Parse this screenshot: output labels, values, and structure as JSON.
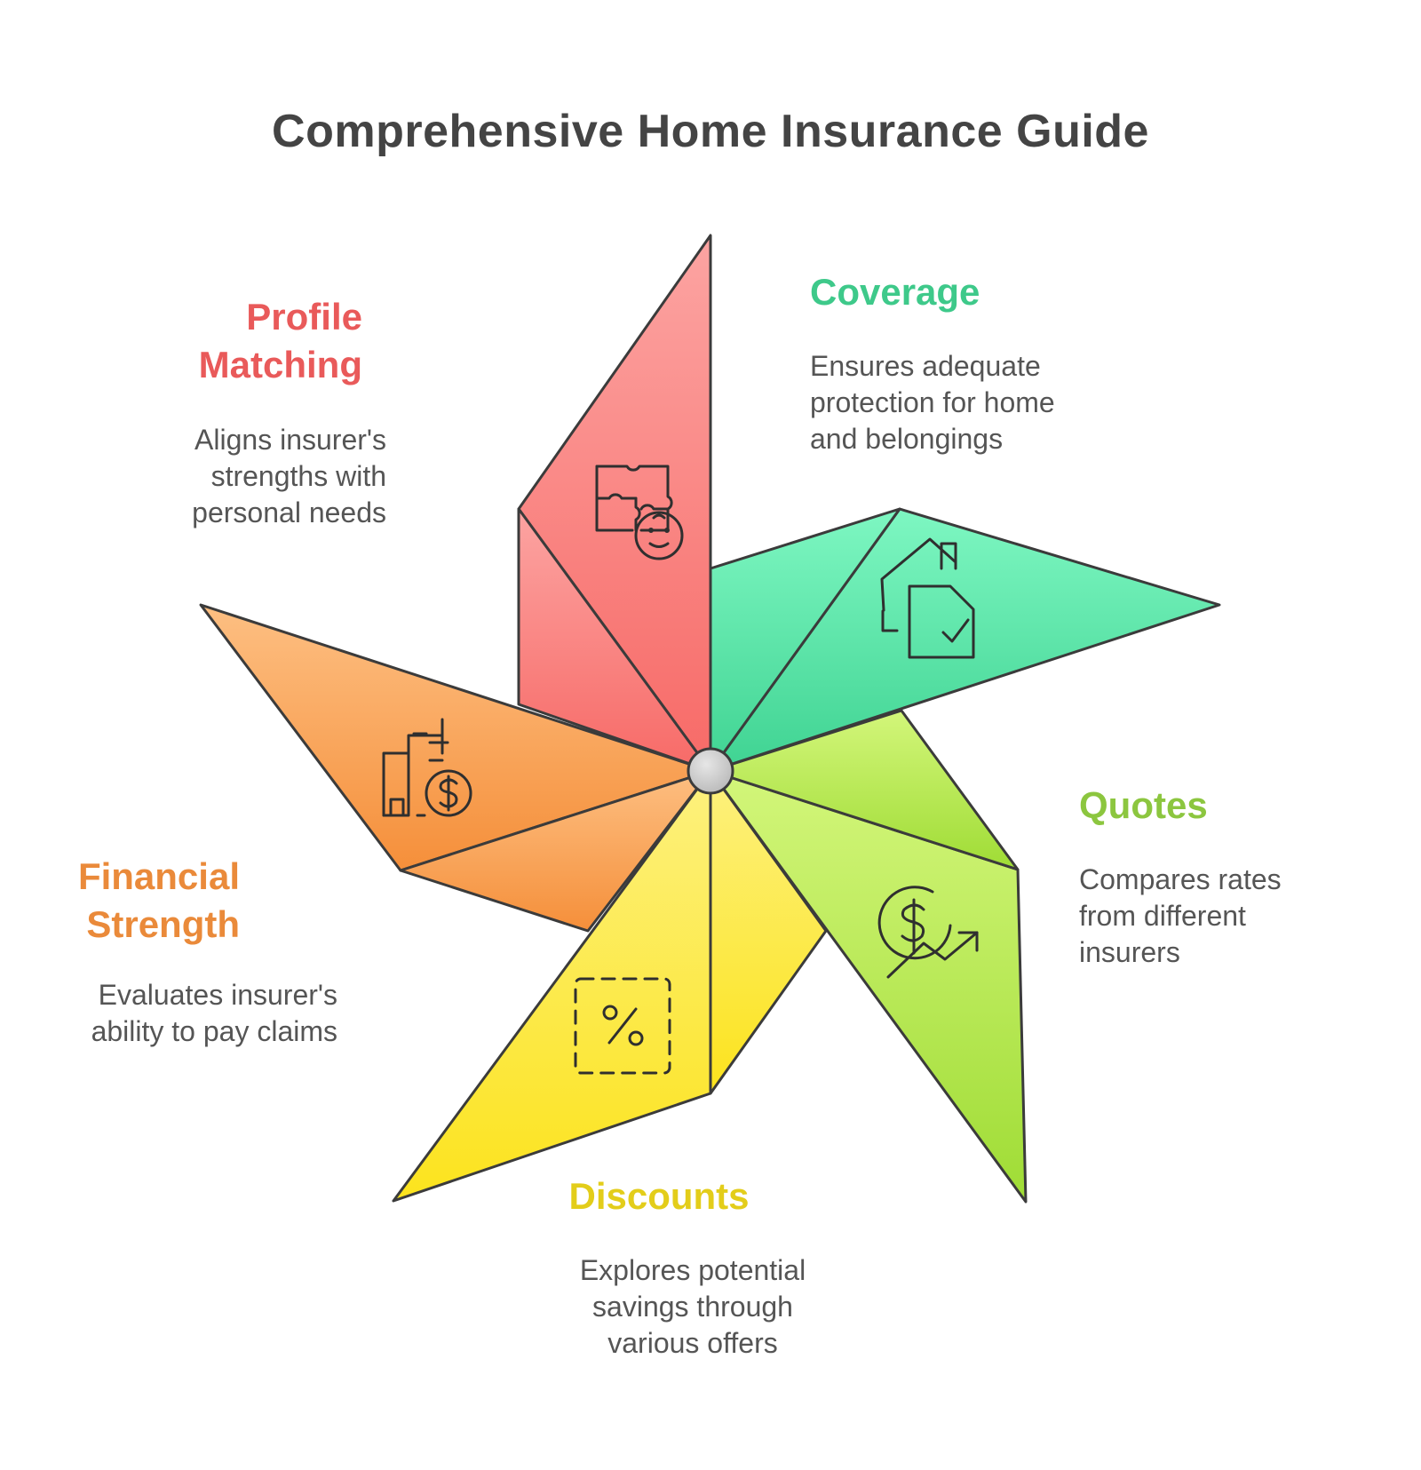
{
  "title": "Comprehensive Home Insurance Guide",
  "colors": {
    "profile": "#e95a5a",
    "coverage": "#3ec98a",
    "quotes": "#8cc63f",
    "discounts": "#e3cd1a",
    "financial": "#ea8a3a",
    "outline": "#3b3b3b"
  },
  "segments": {
    "profile": {
      "heading_lines": [
        "Profile",
        "Matching"
      ],
      "desc_lines": [
        "Aligns insurer's",
        "strengths with",
        "personal needs"
      ],
      "icon": "puzzle-face-icon"
    },
    "coverage": {
      "heading_lines": [
        "Coverage"
      ],
      "desc_lines": [
        "Ensures adequate",
        "protection for home",
        "and belongings"
      ],
      "icon": "house-document-check-icon"
    },
    "quotes": {
      "heading_lines": [
        "Quotes"
      ],
      "desc_lines": [
        "Compares rates",
        "from different",
        "insurers"
      ],
      "icon": "dollar-growth-arrow-icon"
    },
    "discounts": {
      "heading_lines": [
        "Discounts"
      ],
      "desc_lines": [
        "Explores potential",
        "savings through",
        "various offers"
      ],
      "icon": "percent-tag-icon"
    },
    "financial": {
      "heading_lines": [
        "Financial",
        "Strength"
      ],
      "desc_lines": [
        "Evaluates insurer's",
        "ability to pay claims"
      ],
      "icon": "building-dollar-icon"
    }
  }
}
